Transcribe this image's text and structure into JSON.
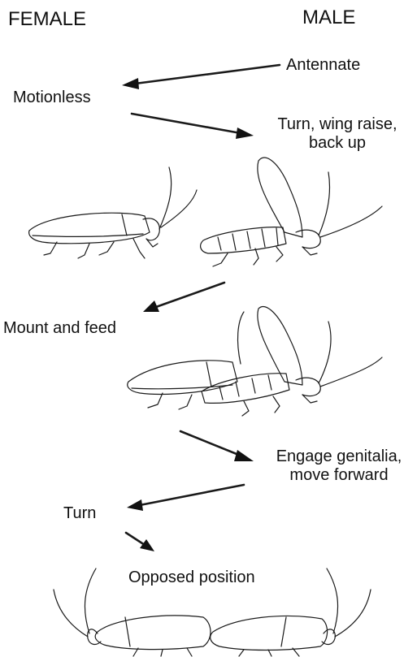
{
  "headers": {
    "female": "FEMALE",
    "male": "MALE"
  },
  "steps": {
    "antennate": "Antennate",
    "motionless": "Motionless",
    "turn_wing_raise_line1": "Turn, wing raise,",
    "turn_wing_raise_line2": "back up",
    "mount_and_feed": "Mount and feed",
    "engage_genitalia_line1": "Engage genitalia,",
    "engage_genitalia_line2": "move forward",
    "turn": "Turn",
    "opposed_position": "Opposed position"
  }
}
